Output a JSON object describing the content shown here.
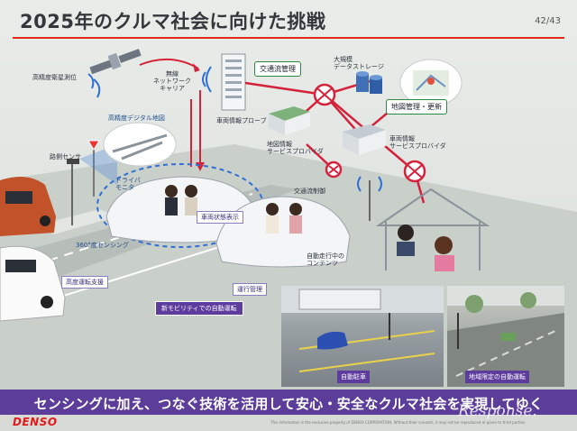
{
  "slide": {
    "title": "2025年のクルマ社会に向けた挑戦",
    "page_number": "42/43",
    "banner": "センシングに加え、つなぐ技術を活用して安心・安全なクルマ社会を実現してゆく",
    "logo": "DENSO",
    "copyright": "This information is the exclusive property of DENSO CORPORATION. Without their consent, it may not be reproduced or given to third parties.",
    "watermark": "Response."
  },
  "diagram": {
    "satellite": "高精度衛星測位",
    "network": "無線\nネットワーク\nキャリア",
    "hd_map": "高精度デジタル地図",
    "road_sensor": "路側センサ",
    "driver_monitor": "ドライバ\nモニタ",
    "vehicle_status": "車両状態表示",
    "sensing_360": "360°度センシング",
    "advanced_driving": "高度運転支援",
    "probe": "車両情報プローブ",
    "traffic_mgmt": "交通流管理",
    "storage": "大規模\nデータストレージ",
    "map_mgmt": "地図管理・更新",
    "map_provider": "地図情報\nサービスプロバイダ",
    "vehicle_provider": "車両情報\nサービスプロバイダ",
    "traffic_control": "交通流制御",
    "content": "自動走行中の\nコンテンツ",
    "operation_mgmt": "運行管理",
    "new_mobility": "新モビリティでの自動運転",
    "auto_parking": "自動駐車",
    "area_limited": "地域限定の自動運転"
  },
  "colors": {
    "accent_red": "#e32a1a",
    "banner_purple": "#5c3d9a",
    "green_box_border": "#2c8a3e",
    "network_red": "#d5213a",
    "sensor_blue": "#2f6fd6"
  }
}
